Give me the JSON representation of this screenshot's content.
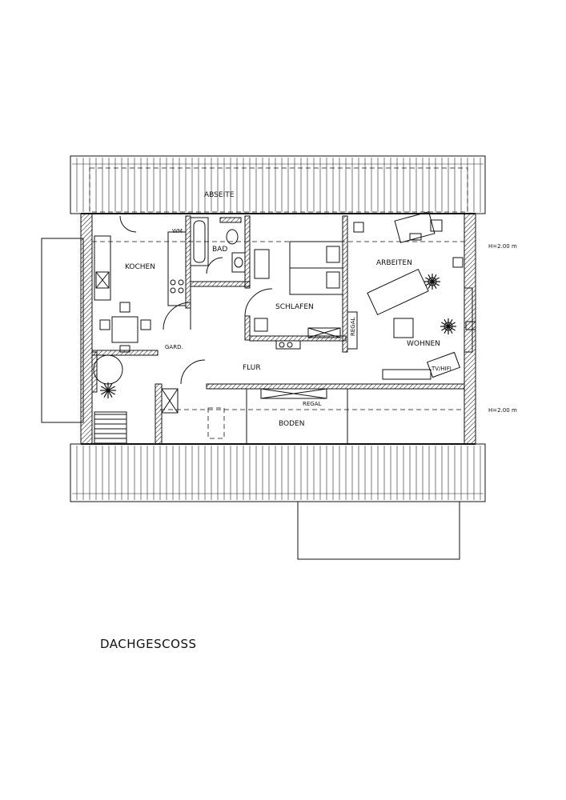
{
  "rooms": {
    "abseite": "ABSEITE",
    "kochen": "KOCHEN",
    "bad": "BAD",
    "wm": "WM",
    "schlafen": "SCHLAFEN",
    "arbeiten": "ARBEITEN",
    "wohnen": "WOHNEN",
    "regal_vertical": "REGAL",
    "regal": "REGAL",
    "gard": "GARD.",
    "flur": "FLUR",
    "boden": "BODEN",
    "tv_hifi": "TV/HIFI"
  },
  "heights": {
    "upper": "H=2.00 m",
    "lower": "H=2.00 m"
  },
  "plan_title": "DACHGESCOSS"
}
